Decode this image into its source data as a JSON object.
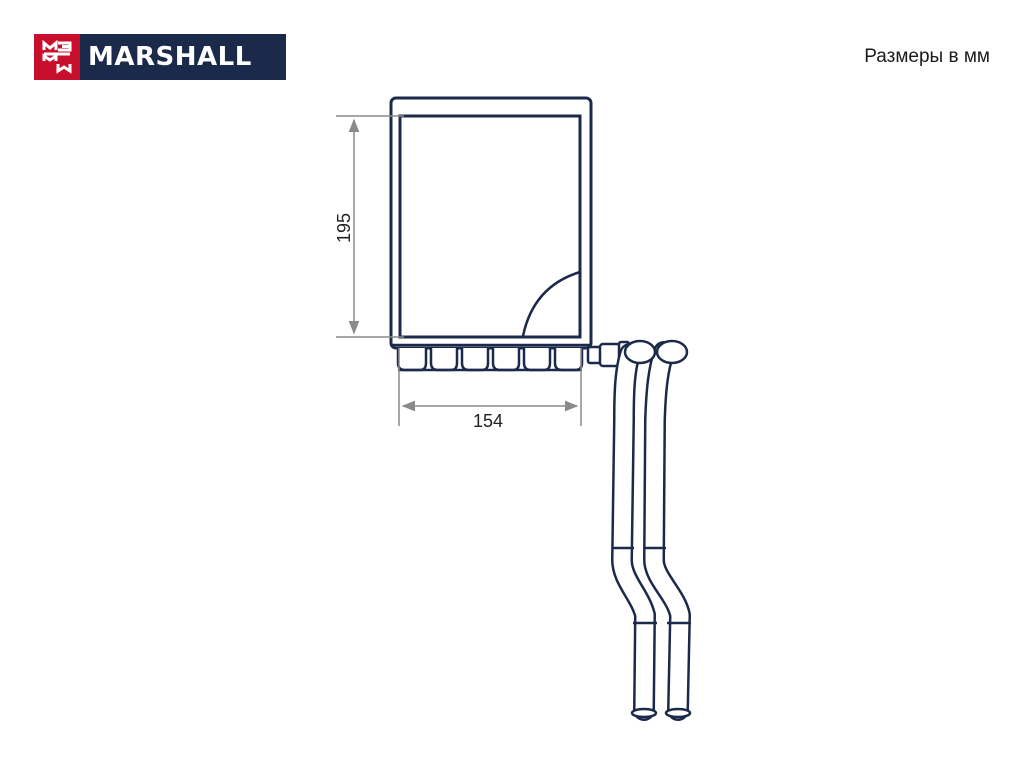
{
  "brand": {
    "name": "MARSHALL",
    "mark_letters": "M3M",
    "colors": {
      "red": "#c8102e",
      "navy": "#1b2a4a"
    }
  },
  "units_label": "Размеры в мм",
  "dimensions": {
    "height": "195",
    "width": "154"
  },
  "colors": {
    "outline": "#1b2a4a",
    "dimension": "#8a8a8a"
  }
}
